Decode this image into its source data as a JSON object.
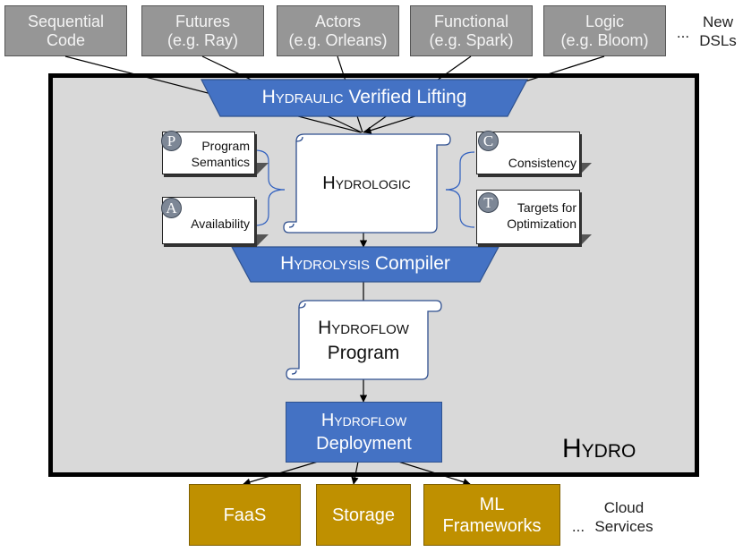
{
  "dsl_boxes": [
    {
      "line1": "Sequential",
      "line2": "Code"
    },
    {
      "line1": "Futures",
      "line2": "(e.g. Ray)"
    },
    {
      "line1": "Actors",
      "line2": "(e.g. Orleans)"
    },
    {
      "line1": "Functional",
      "line2": "(e.g. Spark)"
    },
    {
      "line1": "Logic",
      "line2": "(e.g. Bloom)"
    }
  ],
  "dsl_more": {
    "ellipsis": "...",
    "line1": "New",
    "line2": "DSLs"
  },
  "lifting": {
    "sc": "Hydraulic",
    "rest": " Verified Lifting"
  },
  "specs": {
    "program": {
      "badge": "P",
      "line1": "Program",
      "line2": "Semantics"
    },
    "availability": {
      "badge": "A",
      "text": "Availability"
    },
    "consistency": {
      "badge": "C",
      "text": "Consistency"
    },
    "targets": {
      "badge": "T",
      "line1": "Targets for",
      "line2": "Optimization"
    }
  },
  "hydrologic": {
    "sc": "Hydrologic"
  },
  "compiler": {
    "sc": "Hydrolysis",
    "rest": " Compiler"
  },
  "hydroflow_program": {
    "sc": "Hydroflow",
    "line2": "Program"
  },
  "deployment": {
    "sc": "Hydroflow",
    "line2": "Deployment"
  },
  "hydro_label": {
    "sc": "Hydro"
  },
  "cloud_boxes": [
    {
      "line1": "FaaS",
      "line2": ""
    },
    {
      "line1": "Storage",
      "line2": ""
    },
    {
      "line1": "ML",
      "line2": "Frameworks"
    }
  ],
  "cloud_more": {
    "ellipsis": "...",
    "line1": "Cloud",
    "line2": "Services"
  },
  "colors": {
    "dsl_box": "#969696",
    "frame_bg": "#d9d9d9",
    "blue": "#4472c4",
    "cloud_box": "#bf9000",
    "badge": "#7d8796"
  }
}
